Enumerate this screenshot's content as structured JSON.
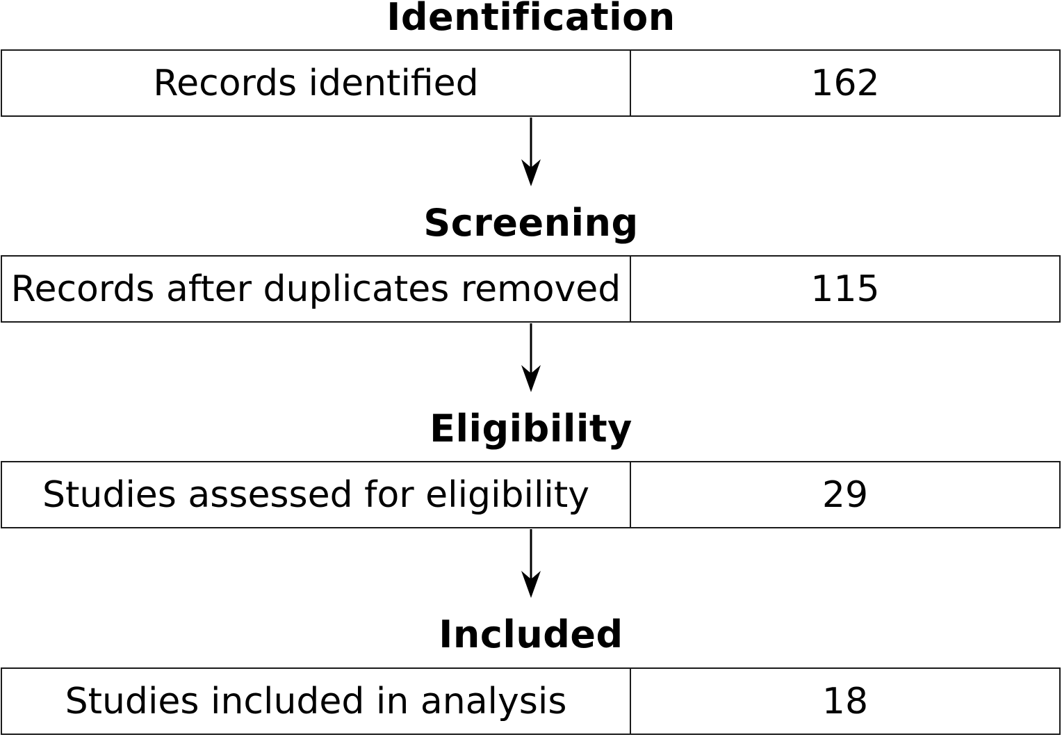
{
  "stages": [
    {
      "title": "Identification",
      "label": "Records identified",
      "value": "162"
    },
    {
      "title": "Screening",
      "label": "Records after duplicates removed",
      "value": "115"
    },
    {
      "title": "Eligibility",
      "label": "Studies assessed for eligibility",
      "value": "29"
    },
    {
      "title": "Included",
      "label": "Studies included in analysis",
      "value": "18"
    }
  ]
}
